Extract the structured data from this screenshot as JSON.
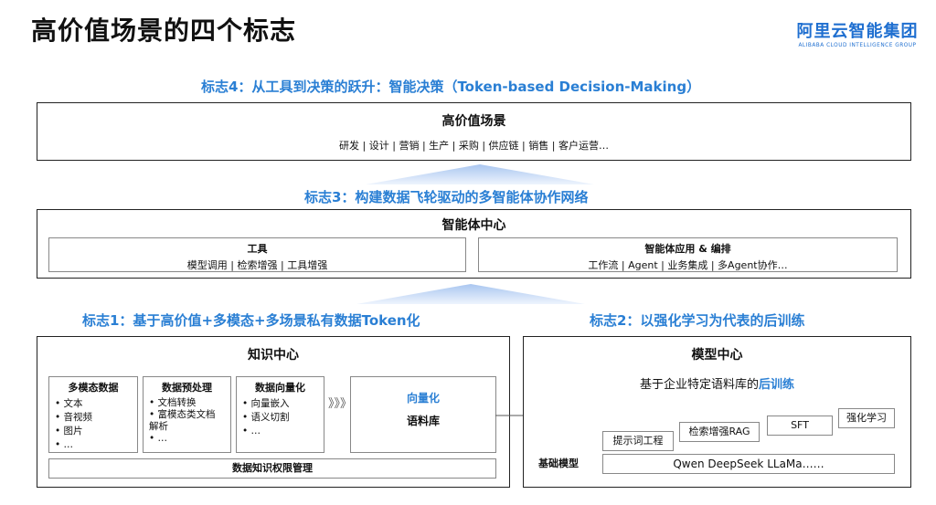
{
  "page": {
    "title": "高价值场景的四个标志"
  },
  "logo": {
    "cn": "阿里云智能集团",
    "en": "ALIBABA CLOUD INTELLIGENCE GROUP"
  },
  "mark4": "标志4：从工具到决策的跃升：智能决策（Token-based Decision-Making）",
  "scenario": {
    "title": "高价值场景",
    "items": "研发 | 设计 | 营销 | 生产 | 采购 | 供应链 | 销售 | 客户运营…"
  },
  "mark3": "标志3：构建数据飞轮驱动的多智能体协作网络",
  "agent_center": {
    "title": "智能体中心",
    "tools": {
      "title": "工具",
      "items": "模型调用 | 检索增强 | 工具增强"
    },
    "apps": {
      "title": "智能体应用 & 编排",
      "items": "工作流 | Agent | 业务集成 | 多Agent协作…"
    }
  },
  "mark1": "标志1：基于高价值+多模态+多场景私有数据Token化",
  "mark2": "标志2：以强化学习为代表的后训练",
  "knowledge_center": {
    "title": "知识中心",
    "multimodal": {
      "title": "多模态数据",
      "items": [
        "文本",
        "音视频",
        "图片",
        "…"
      ]
    },
    "preprocess": {
      "title": "数据预处理",
      "items": [
        "文档转换",
        "富模态类文档解析",
        "…"
      ]
    },
    "vectorize": {
      "title": "数据向量化",
      "items": [
        "向量嵌入",
        "语义切割",
        "…"
      ]
    },
    "arrow": "》》》",
    "corpus": {
      "line1": "向量化",
      "line2": "语料库"
    },
    "permission": "数据知识权限管理"
  },
  "model_center": {
    "title": "模型中心",
    "subtitle_prefix": "基于企业特定语料库的",
    "subtitle_highlight": "后训练",
    "techniques": [
      "提示词工程",
      "检索增强RAG",
      "SFT",
      "强化学习"
    ],
    "base_label": "基础模型",
    "base_models": "Qwen   DeepSeek  LLaMa……"
  },
  "colors": {
    "accent": "#2a7fd4",
    "gradient_light": "#dce9fb",
    "gradient_mid": "#a9c6f0"
  }
}
